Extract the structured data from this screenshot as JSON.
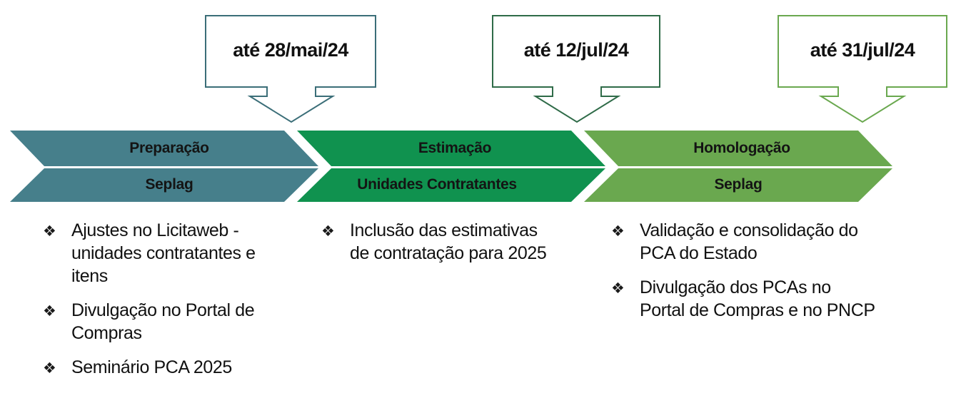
{
  "colors": {
    "phase1": "#467f8b",
    "phase2": "#10924f",
    "phase3": "#6aa84f",
    "callout1_border": "#3b6e78",
    "callout2_border": "#2f6b48",
    "callout3_border": "#6aa84f"
  },
  "bullet_icon": "four-diamond-icon",
  "phases": [
    {
      "deadline": "até 28/mai/24",
      "title": "Preparação",
      "owner": "Seplag",
      "items": [
        "Ajustes no Licitaweb - unidades contratantes e itens",
        "Divulgação no Portal de Compras",
        "Seminário PCA 2025"
      ]
    },
    {
      "deadline": "até 12/jul/24",
      "title": "Estimação",
      "owner": "Unidades Contratantes",
      "items": [
        "Inclusão das estimativas de contratação para 2025"
      ]
    },
    {
      "deadline": "até 31/jul/24",
      "title": "Homologação",
      "owner": "Seplag",
      "items": [
        "Validação e consolidação do PCA do Estado",
        "Divulgação dos PCAs no Portal de Compras e no PNCP"
      ]
    }
  ]
}
